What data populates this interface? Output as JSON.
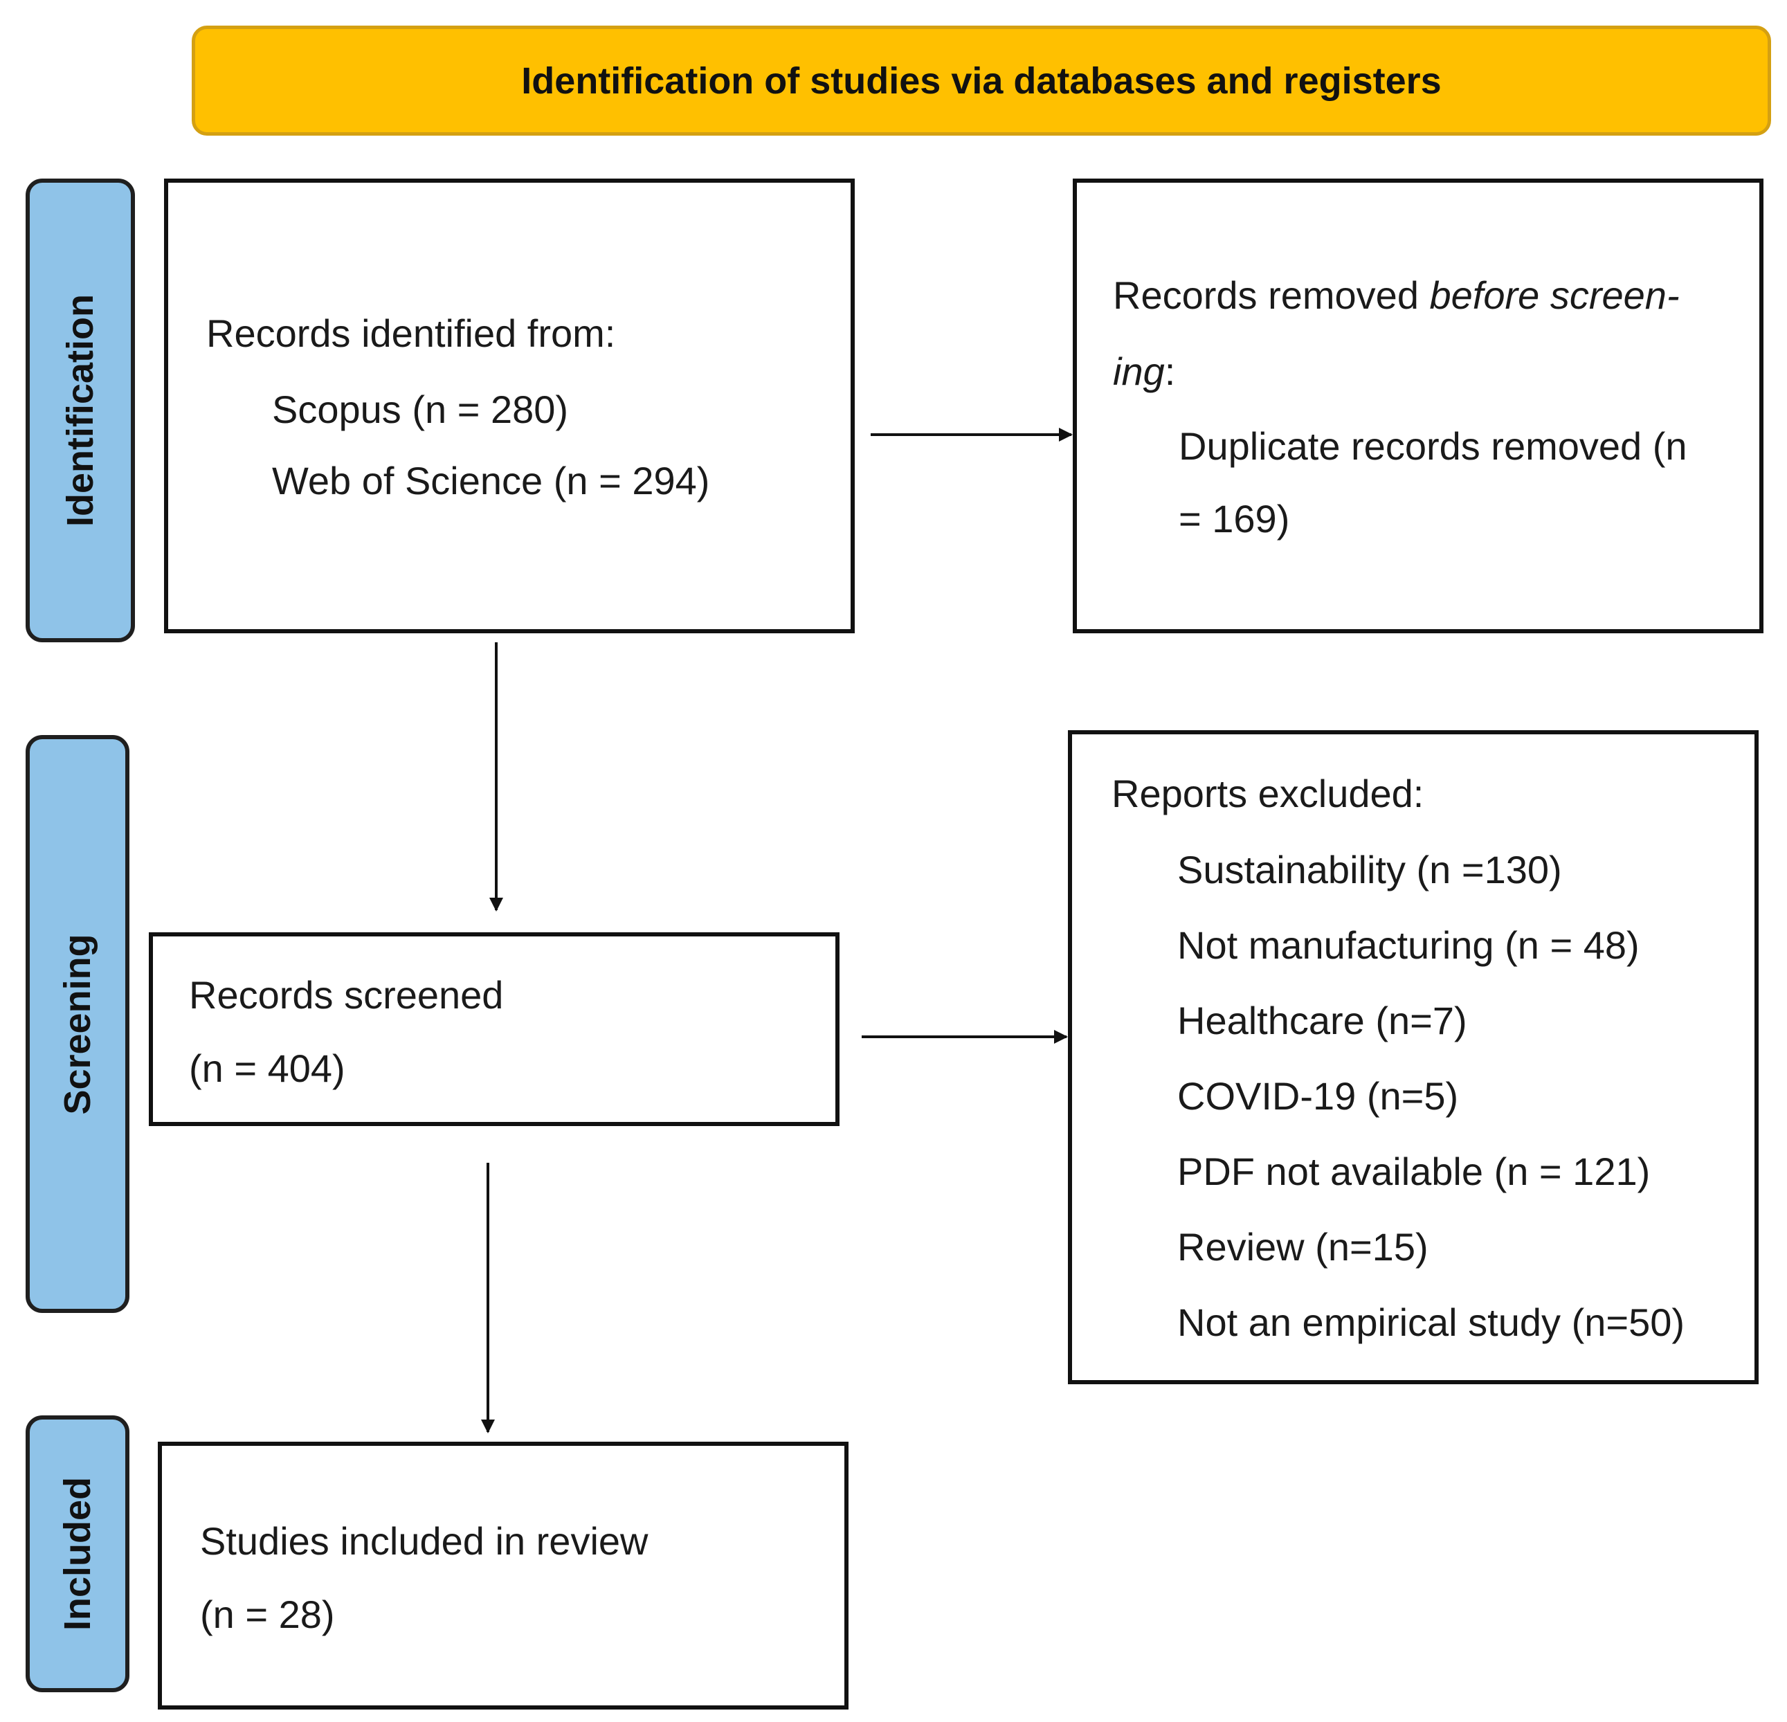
{
  "header": {
    "title": "Identification of studies via databases and registers"
  },
  "phases": {
    "identification": "Identification",
    "screening": "Screening",
    "included": "Included"
  },
  "identified": {
    "heading": "Records identified from:",
    "scopus": "Scopus (n = 280)",
    "wos": "Web of Science (n = 294)"
  },
  "removed": {
    "line1_prefix": "Records removed ",
    "line1_italic": "before screen-",
    "line2_italic": "ing",
    "line2_suffix": ":",
    "dup_line1": "Duplicate records removed (n",
    "dup_line2": "= 169)"
  },
  "screened": {
    "line1": "Records screened",
    "line2": "(n = 404)"
  },
  "excluded": {
    "heading": "Reports excluded:",
    "items": [
      "Sustainability (n =130)",
      "Not manufacturing (n = 48)",
      "Healthcare (n=7)",
      "COVID-19 (n=5)",
      "PDF not available (n = 121)",
      "Review (n=15)",
      "Not an empirical study (n=50)"
    ]
  },
  "included": {
    "line1": "Studies included in review",
    "line2": "(n = 28)"
  },
  "colors": {
    "banner": "#ffc000",
    "phase": "#8fc3e8",
    "line": "#111111"
  }
}
